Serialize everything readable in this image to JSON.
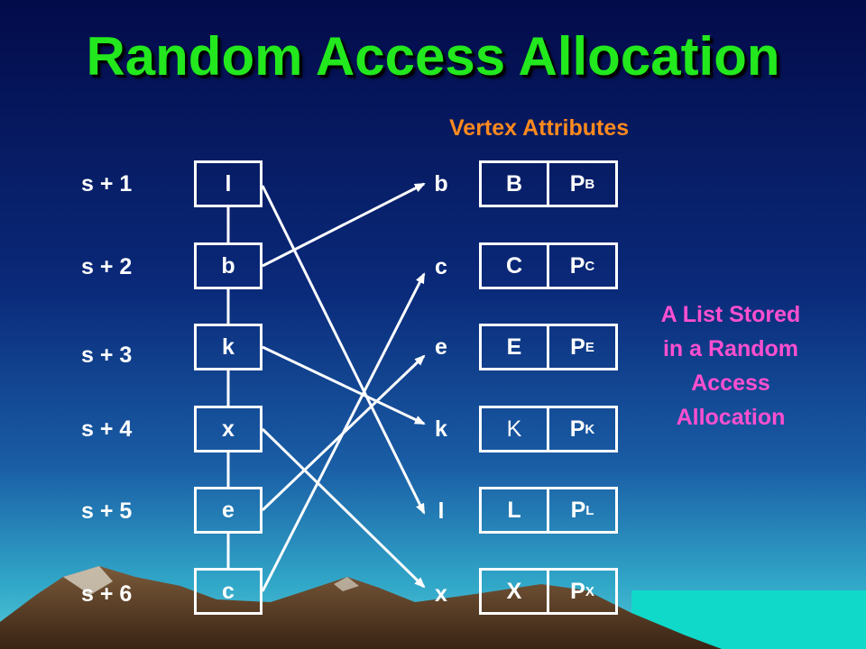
{
  "title": "Random Access Allocation",
  "vertex_attributes_heading": "Vertex  Attributes",
  "note_lines": [
    "A List Stored",
    "in a Random",
    "Access",
    "Allocation"
  ],
  "slot_labels": [
    "s + 1",
    "s + 2",
    "s + 3",
    "s + 4",
    "s + 5",
    "s + 6"
  ],
  "slot_values": [
    "l",
    "b",
    "k",
    "x",
    "e",
    "c"
  ],
  "vertex_names": [
    "b",
    "c",
    "e",
    "k",
    "l",
    "x"
  ],
  "attr_names": [
    "B",
    "C",
    "E",
    "K",
    "L",
    "X"
  ],
  "attr_pointers": [
    {
      "main": "P",
      "sub": "B"
    },
    {
      "main": "P",
      "sub": "C"
    },
    {
      "main": "P",
      "sub": "E"
    },
    {
      "main": "P",
      "sub": "K"
    },
    {
      "main": "P",
      "sub": "L"
    },
    {
      "main": "P",
      "sub": "X"
    }
  ],
  "colors": {
    "title": "#22e81d",
    "heading": "#ff8a1e",
    "note": "#ff4fd0",
    "lines": "#ffffff",
    "sky_top": "#030b4a",
    "sky_bottom": "#31a7c8",
    "sea": "#10d9c9"
  }
}
